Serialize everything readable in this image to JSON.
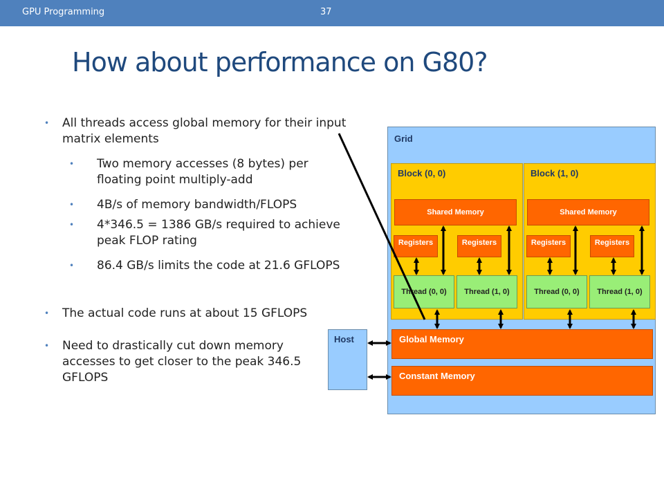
{
  "header": {
    "left": "GPU Programming",
    "page": "37"
  },
  "title": "How about performance on G80?",
  "bullets": {
    "b1": "All threads access global memory for their input matrix elements",
    "b1_1": "Two memory accesses (8 bytes) per floating point multiply-add",
    "b1_2": "4B/s of memory bandwidth/FLOPS",
    "b1_3": "4*346.5 = 1386 GB/s required to achieve peak FLOP rating",
    "b1_4": "86.4 GB/s limits the code at 21.6 GFLOPS",
    "b2": "The actual code runs at about 15 GFLOPS",
    "b3": "Need to drastically cut down memory accesses to get closer to the peak 346.5 GFLOPS"
  },
  "diagram": {
    "grid": "Grid",
    "block0": "Block (0, 0)",
    "block1": "Block (1, 0)",
    "shared": "Shared Memory",
    "registers": "Registers",
    "thread00": "Thread (0, 0)",
    "thread10": "Thread (1, 0)",
    "host": "Host",
    "global": "Global Memory",
    "constant": "Constant Memory"
  },
  "colors": {
    "header": "#4f81bd",
    "title": "#1f497d",
    "grid": "#99ccff",
    "block": "#ffcc00",
    "memory": "#ff6600",
    "thread": "#99ee77"
  }
}
